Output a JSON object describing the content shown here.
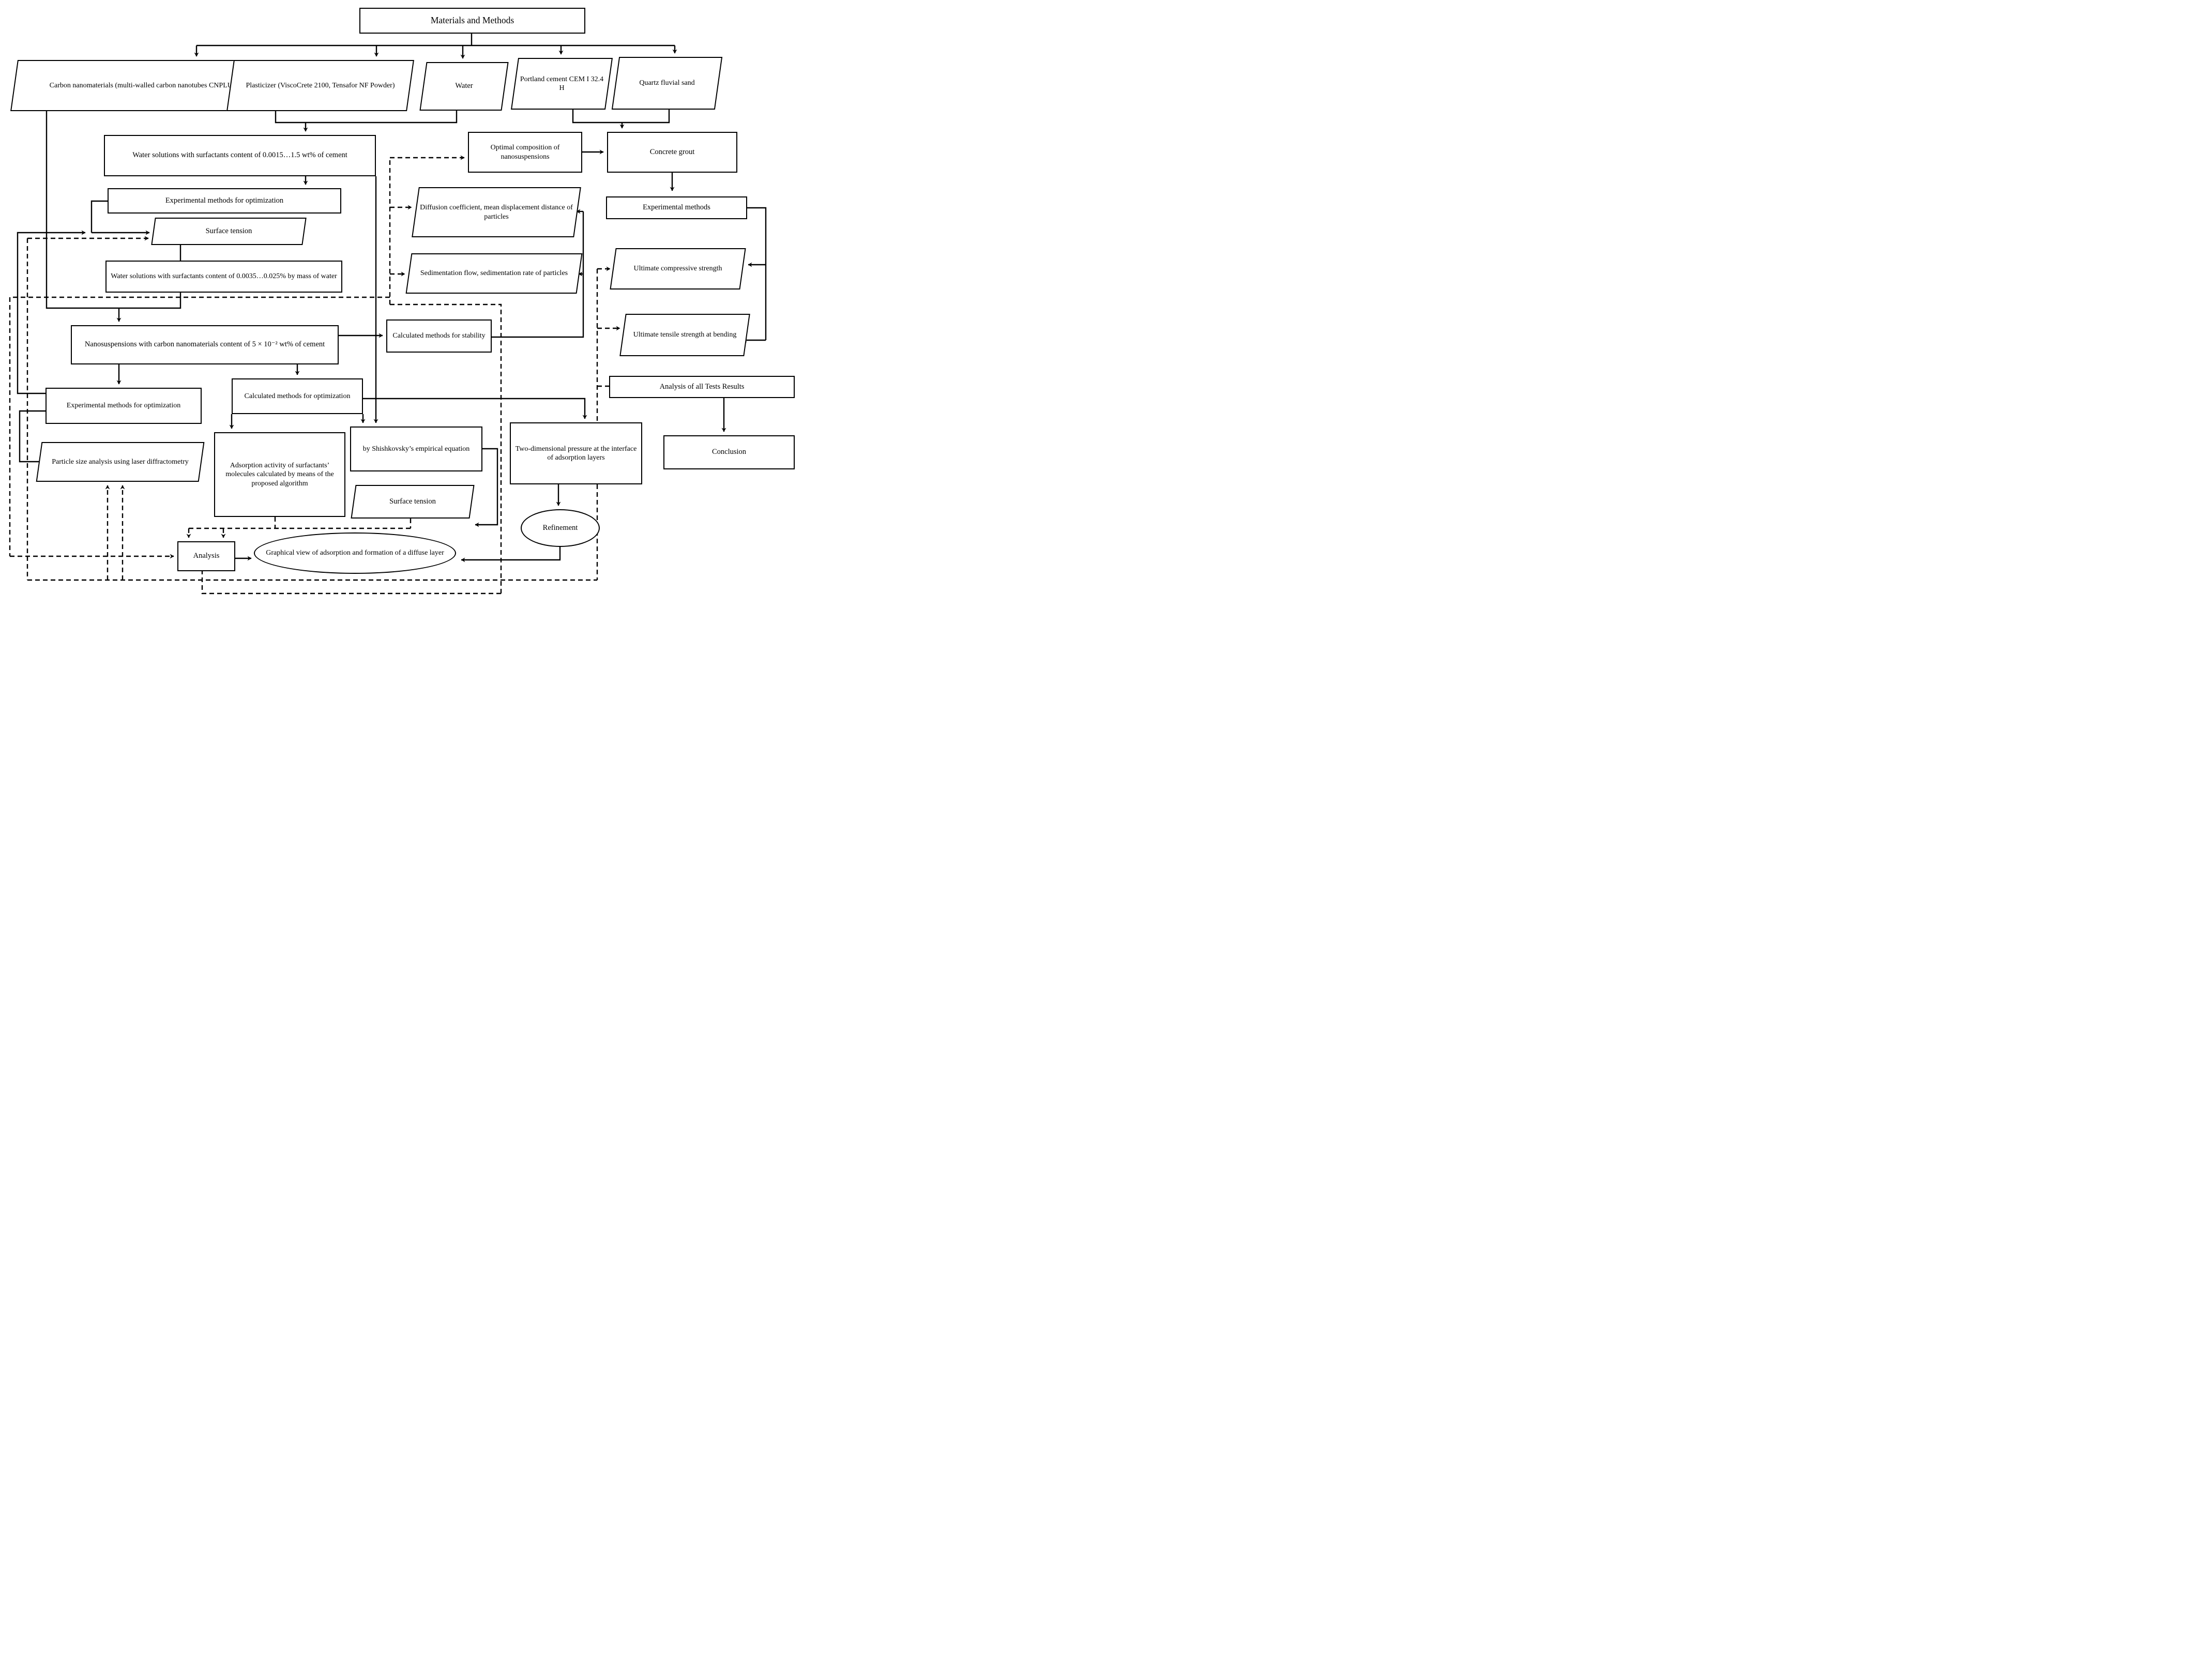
{
  "diagram": {
    "title": "Materials and Methods",
    "nodes": {
      "materials": {
        "label": "Materials and Methods",
        "shape": "rect"
      },
      "carbon": {
        "label": "Carbon nanomaterials (multi-walled carbon nanotubes CNPLUS)",
        "shape": "parallelogram"
      },
      "plasticizer": {
        "label": "Plasticizer (ViscoCrete 2100, Tensafor NF Powder)",
        "shape": "parallelogram"
      },
      "water": {
        "label": "Water",
        "shape": "parallelogram"
      },
      "portland": {
        "label": "Portland cement CEM I 32.4 H",
        "shape": "parallelogram"
      },
      "quartz": {
        "label": "Quartz fluvial sand",
        "shape": "parallelogram"
      },
      "ws1": {
        "label": "Water solutions with surfactants content of 0.0015…1.5 wt% of cement",
        "shape": "rect"
      },
      "optimal": {
        "label": "Optimal composition of nanosuspensions",
        "shape": "rect"
      },
      "concrete": {
        "label": "Concrete grout",
        "shape": "rect"
      },
      "expopt_top": {
        "label": "Experimental methods for optimization",
        "shape": "rect"
      },
      "st1": {
        "label": "Surface tension",
        "shape": "parallelogram"
      },
      "diffusion": {
        "label": "Diffusion coefficient, mean displacement  distance of particles",
        "shape": "parallelogram"
      },
      "expright": {
        "label": "Experimental methods",
        "shape": "rect"
      },
      "ws2": {
        "label": "Water solutions with surfactants content of 0.0035…0.025% by mass of water",
        "shape": "rect"
      },
      "sediment": {
        "label": "Sedimentation flow, sedimentation rate  of particles",
        "shape": "parallelogram"
      },
      "ultcomp": {
        "label": "Ultimate compressive strength",
        "shape": "parallelogram"
      },
      "ulttens": {
        "label": "Ultimate tensile strength at bending",
        "shape": "parallelogram"
      },
      "nano": {
        "label": "Nanosuspensions with carbon nanomaterials content of  5 × 10⁻² wt% of cement",
        "shape": "rect"
      },
      "calcstab": {
        "label": "Calculated methods for stability",
        "shape": "rect"
      },
      "testsanalysis": {
        "label": "Analysis of all Tests Results",
        "shape": "rect"
      },
      "expleft": {
        "label": "Experimental methods for  optimization",
        "shape": "rect"
      },
      "calcopt": {
        "label": "Calculated methods for optimization",
        "shape": "rect"
      },
      "shish": {
        "label": "by Shishkovsky’s empirical equation",
        "shape": "rect"
      },
      "twodim": {
        "label": "Two-dimensional pressure at the  interface of adsorption layers",
        "shape": "rect"
      },
      "conclusion": {
        "label": "Conclusion",
        "shape": "rect"
      },
      "particlesize": {
        "label": "Particle size analysis using laser diffractometry",
        "shape": "parallelogram"
      },
      "adsorption": {
        "label": "Adsorption activity of surfactants’ molecules calculated by means of the proposed algorithm",
        "shape": "rect"
      },
      "st2": {
        "label": "Surface tension",
        "shape": "parallelogram"
      },
      "refinement": {
        "label": "Refinement",
        "shape": "ellipse"
      },
      "gv": {
        "label": "Graphical view of adsorption and formation of a diffuse layer",
        "shape": "ellipse"
      },
      "analysis": {
        "label": "Analysis",
        "shape": "rect"
      }
    },
    "line_color": "#000000",
    "background_color": "#ffffff",
    "edge_styles": [
      "solid",
      "dashed"
    ]
  }
}
